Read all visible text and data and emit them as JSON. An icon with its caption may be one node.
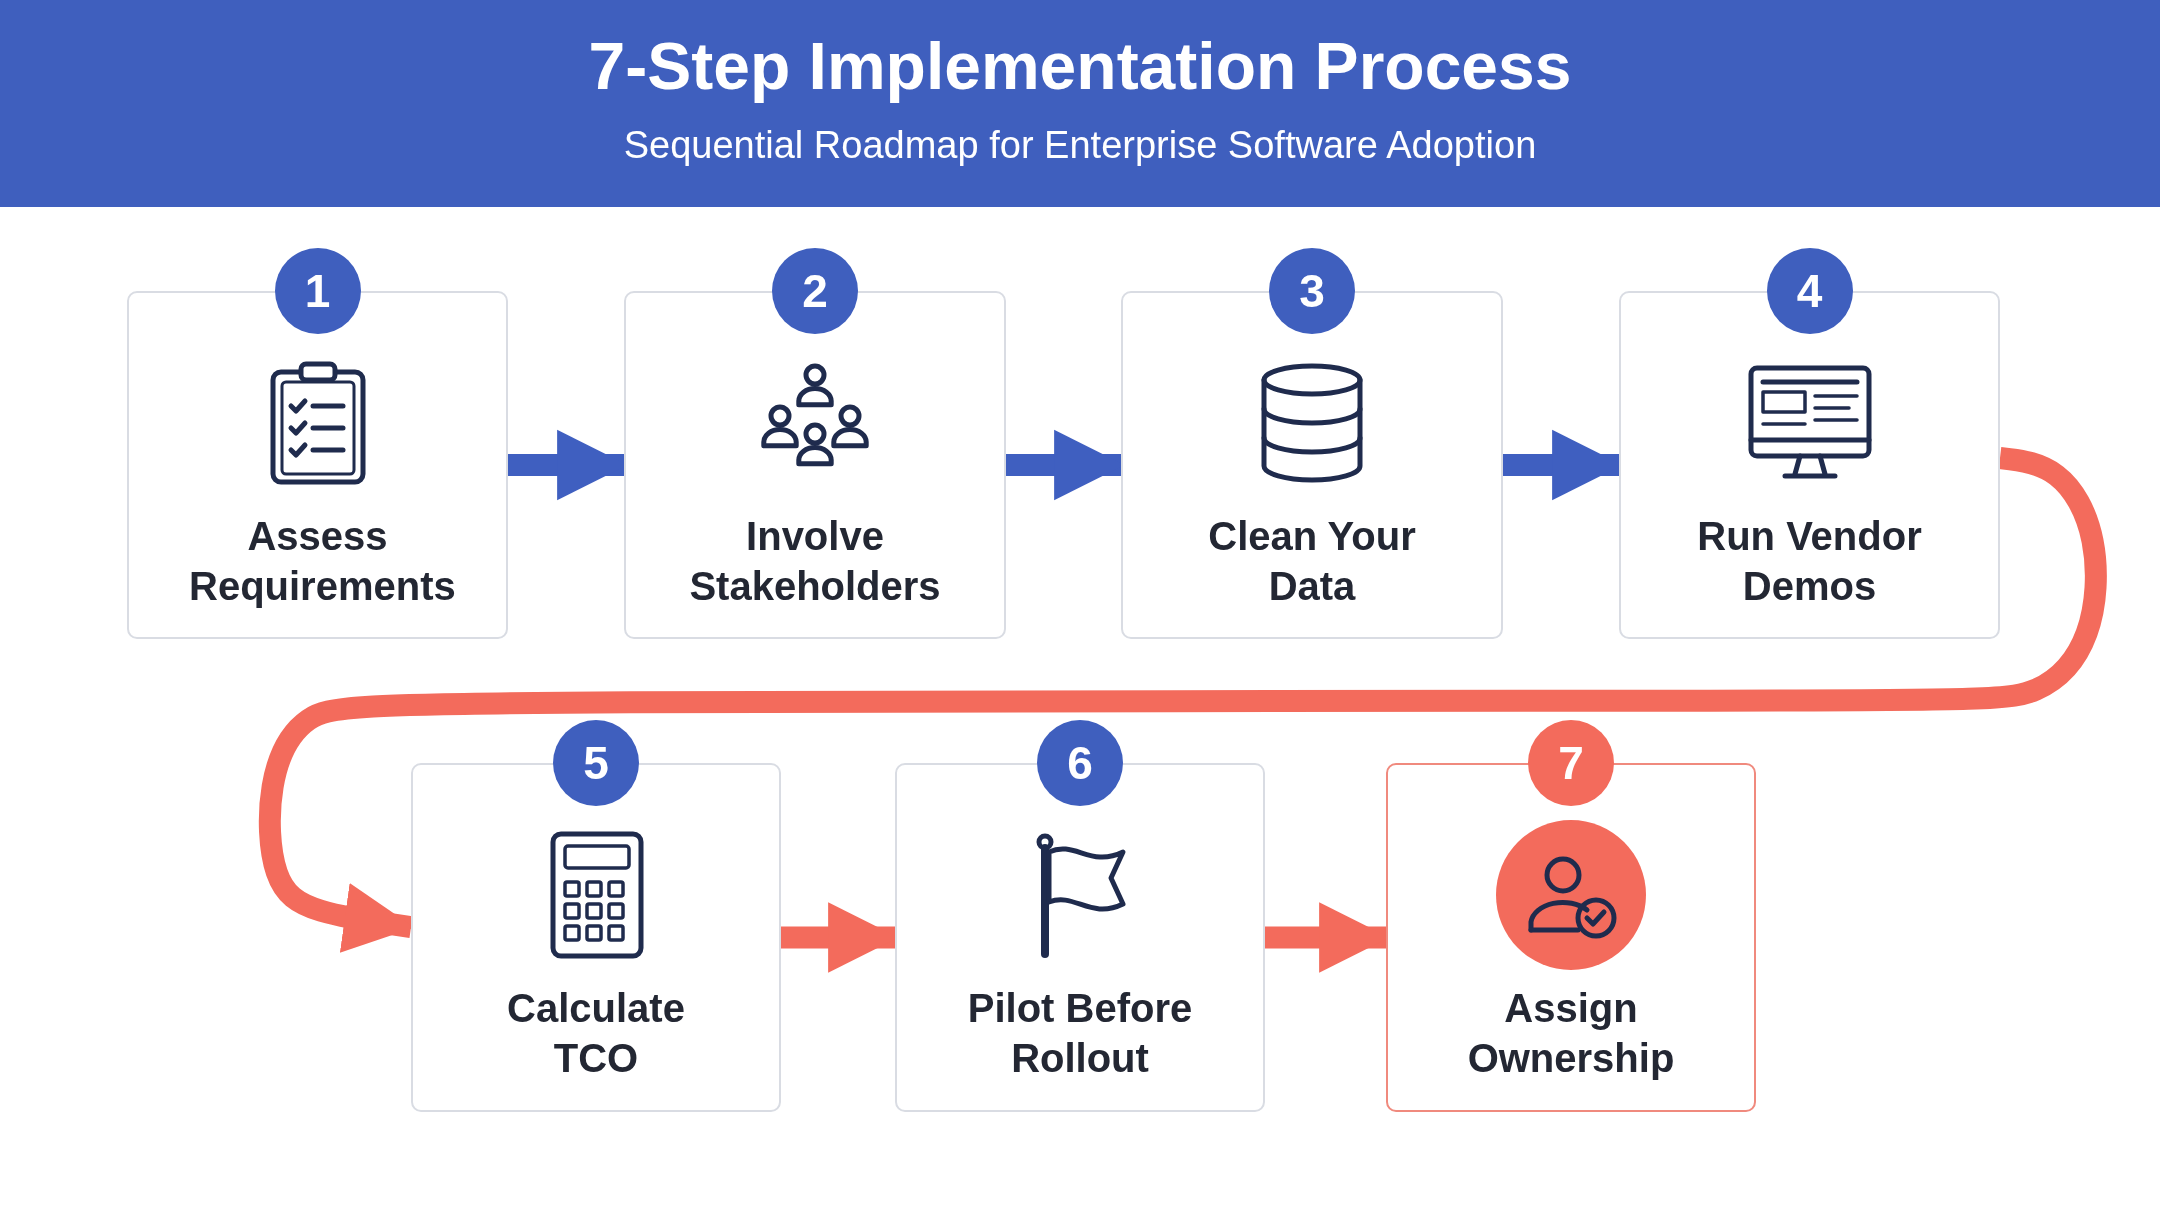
{
  "diagram": {
    "title": "7-Step Implementation Process",
    "caption": "Sequential Roadmap for Enterprise Software Adoption",
    "nodes": [
      {
        "text": [
          "1",
          "Assess Requirements"
        ]
      },
      {
        "text": [
          "2",
          "Involve Stakeholders"
        ]
      },
      {
        "text": [
          "3",
          "Clean Your Data"
        ]
      },
      {
        "text": [
          "4",
          "Run Vendor Demos"
        ]
      },
      {
        "text": [
          "5",
          "Calculate TCO"
        ]
      },
      {
        "text": [
          "6",
          "Pilot Before Rollout"
        ]
      },
      {
        "text": [
          "7",
          "Assign Ownership"
        ]
      }
    ],
    "edges": [
      {
        "from": 0,
        "to": 1,
        "arrow": "to",
        "color": "#3f5fc0"
      },
      {
        "from": 1,
        "to": 2,
        "arrow": "to",
        "color": "#3f5fc0"
      },
      {
        "from": 2,
        "to": 3,
        "arrow": "to",
        "color": "#3f5fc0"
      },
      {
        "from": 3,
        "to": 4,
        "arrow": "to",
        "color": "#f36b5c"
      },
      {
        "from": 4,
        "to": 5,
        "arrow": "to",
        "color": "#f36b5c"
      },
      {
        "from": 5,
        "to": 6,
        "arrow": "to",
        "color": "#f36b5c"
      }
    ]
  }
}
